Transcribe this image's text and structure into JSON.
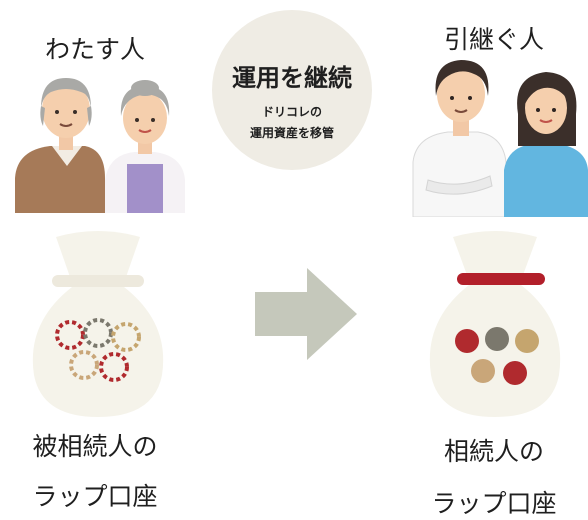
{
  "giver": {
    "label": "わたす人"
  },
  "receiver": {
    "label": "引継ぐ人"
  },
  "badge": {
    "title": "運用を継続",
    "line1": "ドリコレの",
    "line2": "運用資産を移管"
  },
  "left_account": {
    "line1": "被相続人の",
    "line2": "ラップ口座"
  },
  "right_account": {
    "line1": "相続人の",
    "line2": "ラップ口座"
  },
  "colors": {
    "badge_bg": "#efece4",
    "bag": "#f5f3ea",
    "bag_ribbon_left": "#ede9dd",
    "bag_ribbon_right": "#b21f2a",
    "arrow": "#c5c8bb",
    "coin_red": "#b02a2e",
    "coin_gray": "#7b786d",
    "coin_gold": "#c5a56e",
    "coin_tan": "#c9a679"
  }
}
